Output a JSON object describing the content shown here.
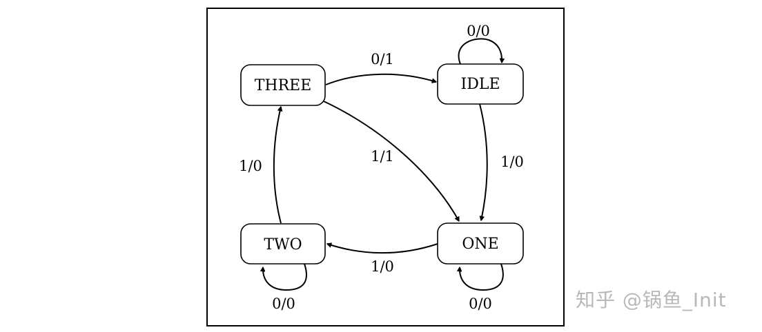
{
  "diagram": {
    "states": {
      "three": "THREE",
      "idle": "IDLE",
      "two": "TWO",
      "one": "ONE"
    },
    "transitions": {
      "idle_self": "0/0",
      "three_to_idle": "0/1",
      "three_to_one": "1/1",
      "idle_to_one": "1/0",
      "two_to_three": "1/0",
      "one_to_two": "1/0",
      "two_self": "0/0",
      "one_self": "0/0"
    }
  },
  "watermark": "知乎 @锅鱼_Init"
}
